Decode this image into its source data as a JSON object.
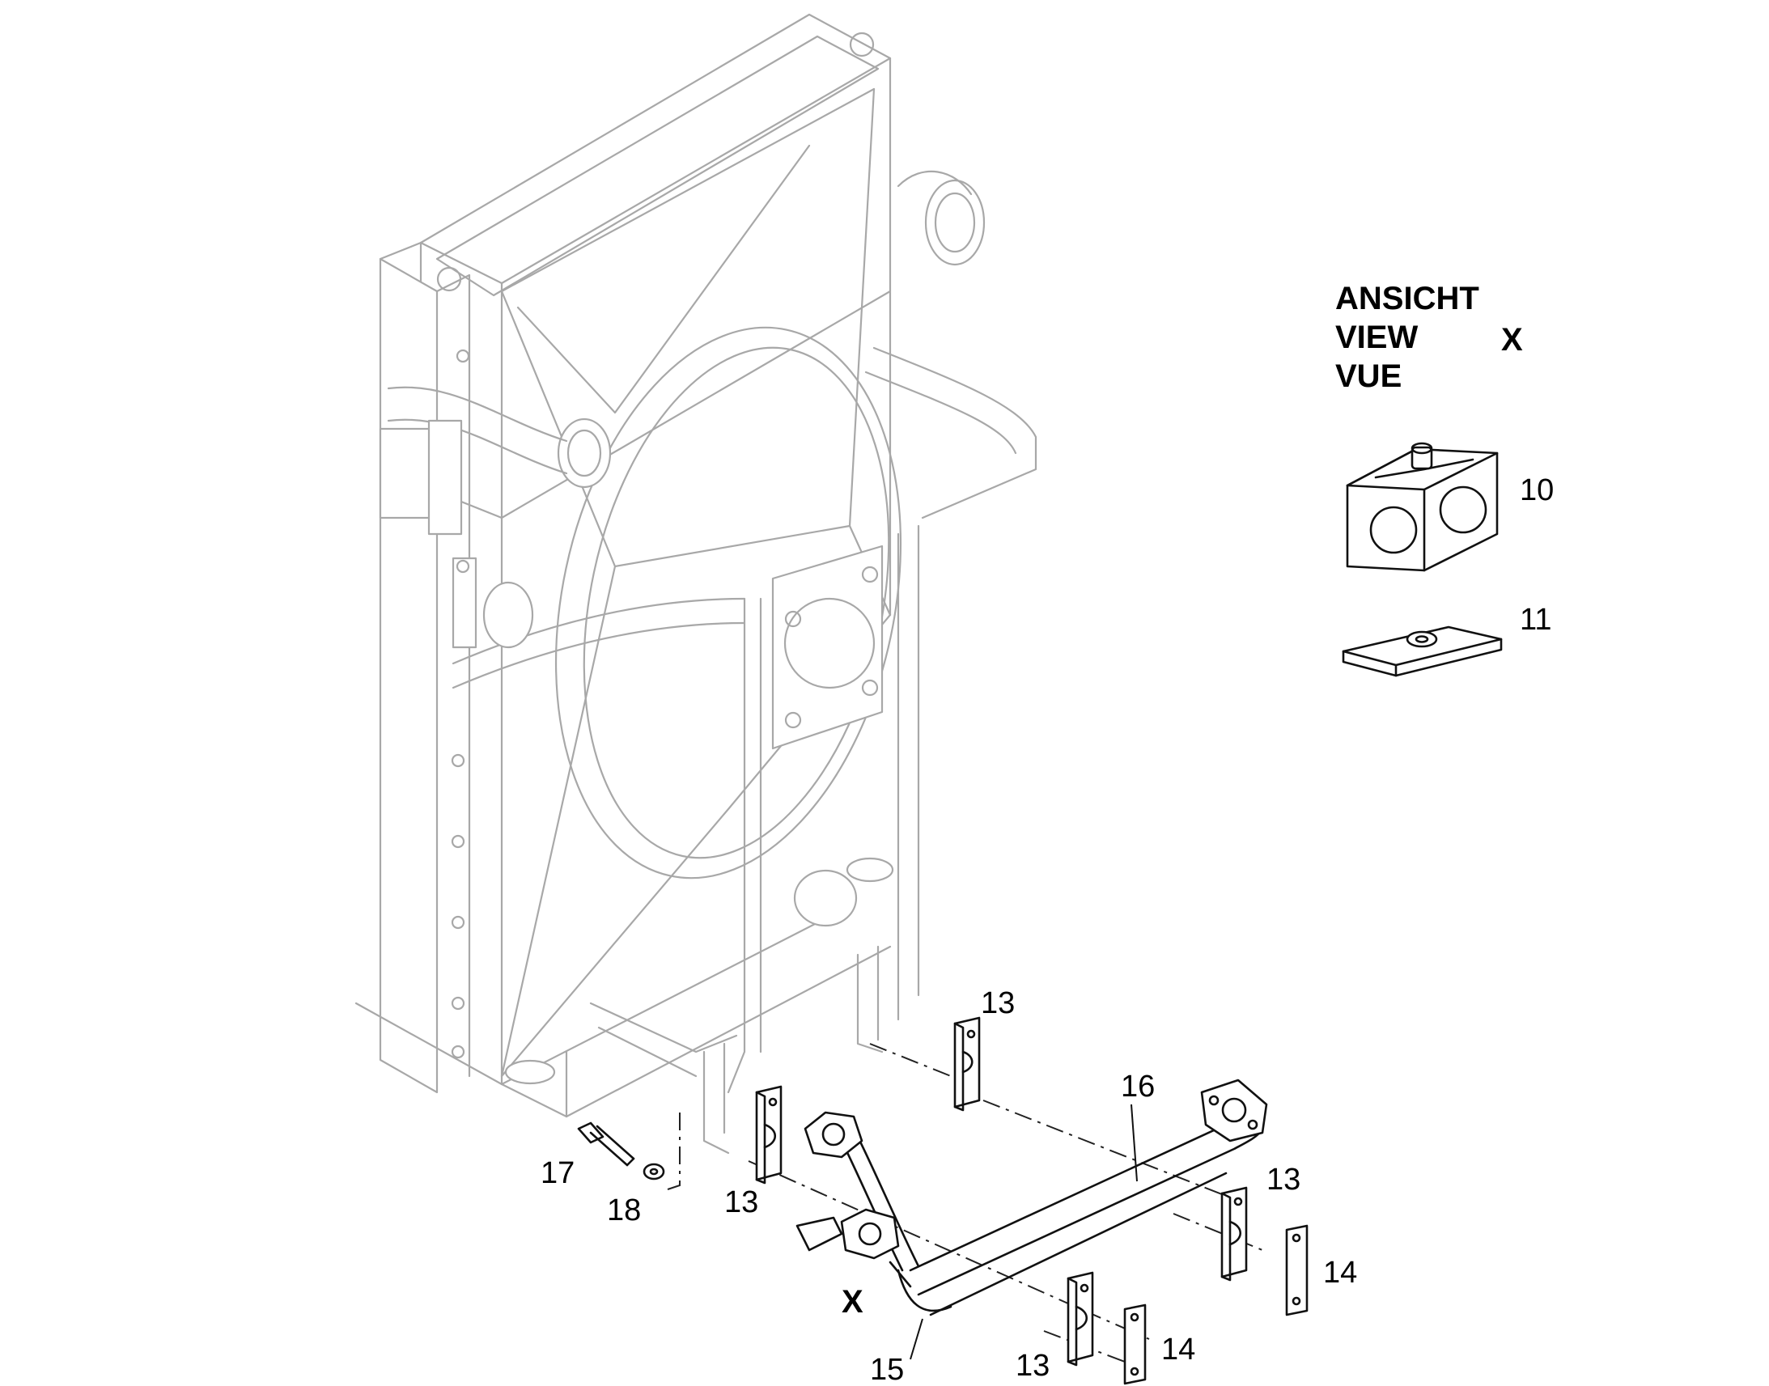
{
  "view_label": {
    "lines": [
      "ANSICHT",
      "VIEW",
      "VUE"
    ],
    "marker": "X"
  },
  "view_marker": "X",
  "callouts": {
    "c10": "10",
    "c11": "11",
    "c13a": "13",
    "c13b": "13",
    "c13c": "13",
    "c13d": "13",
    "c14a": "14",
    "c14b": "14",
    "c15": "15",
    "c16": "16",
    "c17": "17",
    "c18": "18"
  }
}
